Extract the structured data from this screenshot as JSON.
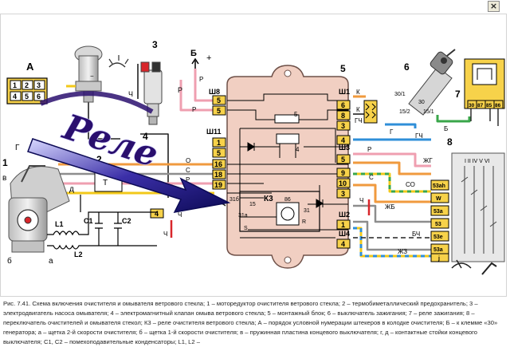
{
  "window": {
    "close_glyph": "×",
    "close_icon": "close-icon"
  },
  "diagram": {
    "component_numbers": {
      "n1": "1",
      "n2": "2",
      "n3": "3",
      "n4": "4",
      "n5": "5",
      "n6": "6",
      "n7": "7",
      "n8": "8"
    },
    "letters": {
      "A": "А",
      "B": "Б",
      "V": "в",
      "G": "Г",
      "D": "д",
      "T": "Т",
      "a": "а",
      "b": "б"
    },
    "connectors": {
      "sh1": "Ш1",
      "sh2": "Ш2",
      "sh3": "Ш3",
      "sh4": "Ш4",
      "sh8": "Ш8",
      "sh11": "Ш11"
    },
    "k3": {
      "name": "К3",
      "t31b": "31б",
      "t15": "15",
      "t86": "86",
      "t31": "31",
      "t31a": "31а",
      "tS": "S",
      "tR": "R"
    },
    "ign_terms": {
      "t30_1": "30/1",
      "t15_2": "15/2",
      "t15_1": "15/1",
      "t30": "30"
    },
    "relay7_pins": [
      "30",
      "87",
      "85",
      "86"
    ],
    "switch8_pins": [
      "53ah",
      "W",
      "53a",
      "53",
      "53e",
      "53a",
      "j"
    ],
    "switch8_header": "I II IV V VI",
    "connector_a_pins": [
      "1",
      "2",
      "3",
      "4",
      "5",
      "6"
    ],
    "block_pins": {
      "sh8a": "5",
      "sh8b": "5",
      "sh11": [
        "1",
        "5",
        "16",
        "18",
        "19"
      ],
      "sh1": [
        "6",
        "8",
        "3"
      ],
      "sh3": [
        "4",
        "5",
        "9",
        "10",
        "3"
      ],
      "sh2": [
        "1"
      ],
      "sh4": [
        "4"
      ],
      "left_extra": [
        "4"
      ],
      "inner_5": "5",
      "inner_4": "4"
    },
    "wire_codes": {
      "R": "Р",
      "C": "С",
      "CH": "Ч",
      "K": "К",
      "GCH": "ГЧ",
      "ZHG": "ЖГ",
      "CO": "СО",
      "ZHB": "ЖБ",
      "BCH": "БЧ",
      "ZHZ": "ЖЗ",
      "B": "Б",
      "O": "О",
      "G": "Г",
      "L1": "L1",
      "L2": "L2",
      "C1": "C1",
      "C2": "C2",
      "plus": "+",
      "minus": "−"
    },
    "overlay_text": "Реле"
  },
  "caption": {
    "text": "Рис. 7.41. Схема включения очистителя и омывателя ветрового стекла; 1 – моторедуктор очистителя ветрового стекла; 2 – термобиметаллический предохранитель; 3 – электродвигатель насоса омывателя; 4 – электромагнитный клапан омыва ветрового стекла; 5 – монтажный блок; 6 – выключатель зажигания; 7 – реле зажигания; 8 – переключатель очистителей и омывателя стекол; К3 – реле очистителя ветрового стекла; А – порядок условной нумерации штекеров в колодке очистителя; Б – к клемме «30» генератора; а – щетка 2-й скорости очистителя; б – щетка 1-й скорости очистителя; в – пружинная пластина концевого выключателя; г, д – контактные стойки концевого выключателя; C1, C2 – помехоподавительные конденсаторы; L1, L2 –"
  },
  "colors": {
    "block_fill": "#f1cfc2",
    "block_stroke": "#6e5048",
    "pin_fill": "#f7d24a",
    "wire_pink": "#ef9fb0",
    "wire_orange": "#f09a3e",
    "wire_yellow": "#f2c81a",
    "wire_blue": "#2f8fd8",
    "wire_green": "#3aa64a",
    "wire_gray": "#8d8d8d",
    "wire_red": "#d8262b",
    "overlay_purple": "#2a0f6e",
    "overlay_blue": "#1a2bb0"
  }
}
